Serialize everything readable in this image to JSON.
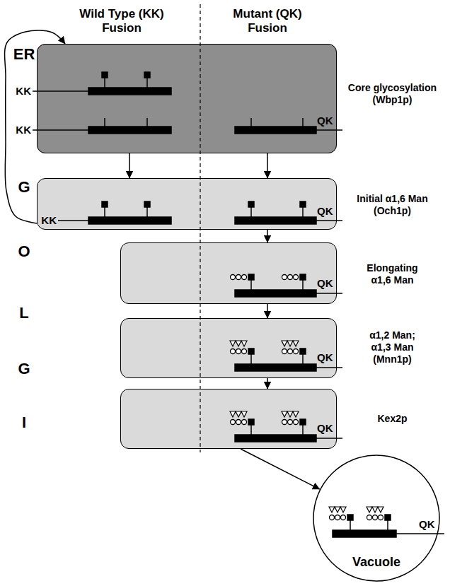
{
  "diagram": {
    "nodes": [
      {
        "text": [
          "Core glycosylation (Wbp1p)"
        ]
      },
      {
        "text": [
          "Initial α1,6 Man (Och1p)"
        ]
      },
      {
        "text": [
          "Elongating α1,6 Man"
        ]
      },
      {
        "text": [
          "α1,2 Man; α1,3 Man (Mnn1p)"
        ]
      },
      {
        "text": [
          "Kex2p"
        ]
      },
      {
        "text": [
          "Vacuole"
        ]
      }
    ],
    "edges": [
      {
        "from": 0,
        "to": 1,
        "arrow": "to"
      },
      {
        "from": 0,
        "to": 1,
        "arrow": "to"
      },
      {
        "from": 1,
        "to": 0,
        "arrow": "to"
      },
      {
        "from": 1,
        "to": 2,
        "arrow": "to"
      },
      {
        "from": 2,
        "to": 3,
        "arrow": "to"
      },
      {
        "from": 3,
        "to": 4,
        "arrow": "to"
      },
      {
        "from": 4,
        "to": 5,
        "arrow": "to"
      }
    ],
    "labels": [
      "Wild Type (KK) Fusion",
      "Mutant (QK) Fusion",
      "ER",
      "KK",
      "KK",
      "QK",
      "G",
      "KK",
      "QK",
      "O",
      "QK",
      "L",
      "QK",
      "G",
      "QK",
      "I",
      "QK"
    ]
  }
}
